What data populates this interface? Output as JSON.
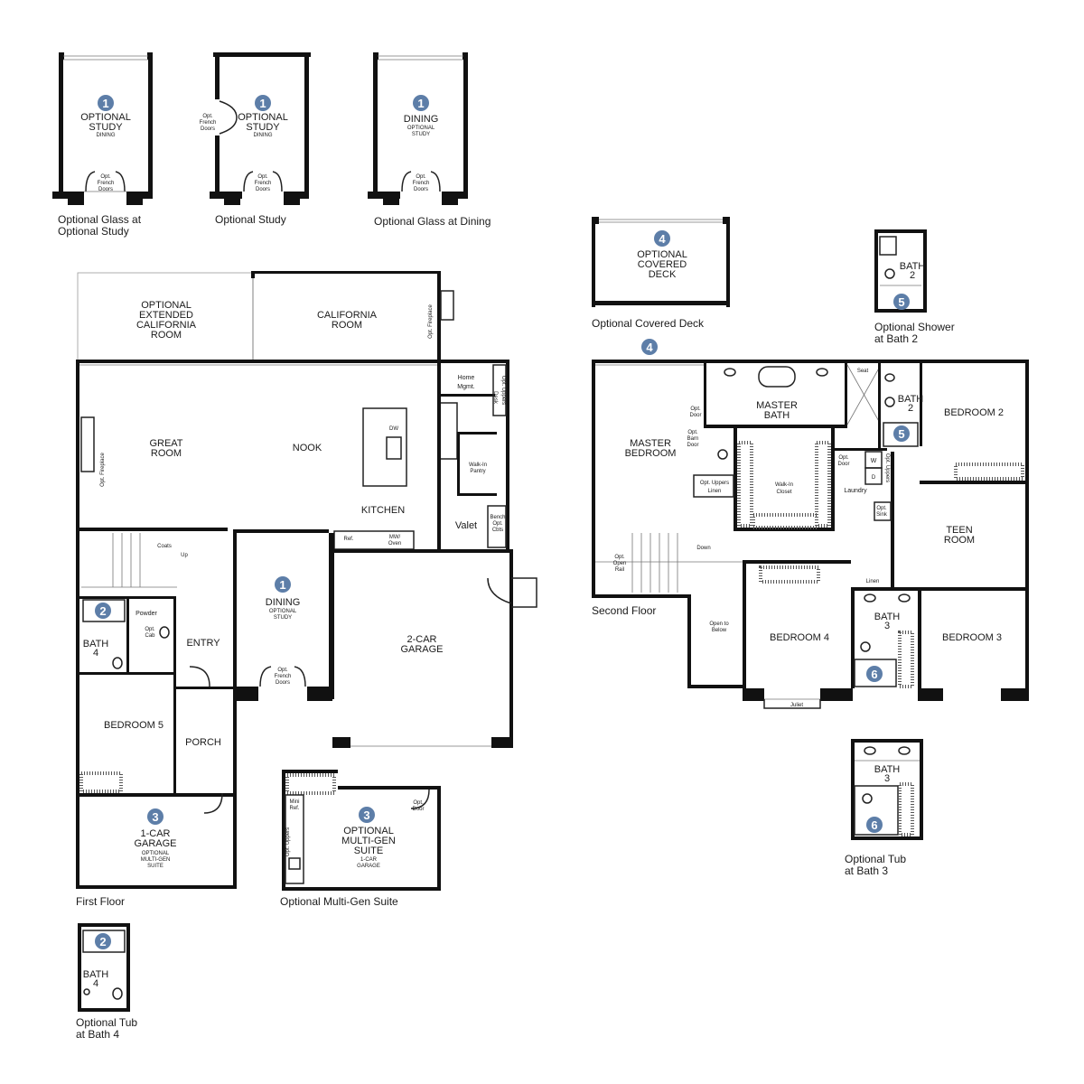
{
  "thumbnails": {
    "glass_study": {
      "badge": "1",
      "title": [
        "OPTIONAL",
        "STUDY"
      ],
      "sub": "DINING",
      "door": [
        "Opt.",
        "French",
        "Doors"
      ],
      "caption": [
        "Optional Glass at",
        "Optional Study"
      ]
    },
    "study": {
      "badge": "1",
      "title": [
        "OPTIONAL",
        "STUDY"
      ],
      "sub": "DINING",
      "side_door": [
        "Opt.",
        "French",
        "Doors"
      ],
      "door": [
        "Opt.",
        "French",
        "Doors"
      ],
      "caption": [
        "Optional Study"
      ]
    },
    "glass_dining": {
      "badge": "1",
      "title": [
        "DINING"
      ],
      "sub": [
        "OPTIONAL",
        "STUDY"
      ],
      "door": [
        "Opt.",
        "French",
        "Doors"
      ],
      "caption": [
        "Optional Glass at Dining"
      ]
    },
    "covered_deck": {
      "badge": "4",
      "title": [
        "OPTIONAL",
        "COVERED",
        "DECK"
      ],
      "caption": [
        "Optional Covered Deck"
      ]
    },
    "shower_bath2": {
      "badge": "5",
      "title": [
        "BATH",
        "2"
      ],
      "caption": [
        "Optional Shower",
        "at Bath 2"
      ]
    },
    "tub_bath3": {
      "badge": "6",
      "title": [
        "BATH",
        "3"
      ],
      "caption": [
        "Optional Tub",
        "at Bath 3"
      ]
    },
    "tub_bath4": {
      "badge": "2",
      "title": [
        "BATH",
        "4"
      ],
      "caption": [
        "Optional Tub",
        "at Bath 4"
      ]
    },
    "multigen": {
      "badge": "3",
      "title": [
        "OPTIONAL",
        "MULTI-GEN",
        "SUITE"
      ],
      "sub": [
        "1-CAR",
        "GARAGE"
      ],
      "mini_ref": [
        "Mini",
        "Ref."
      ],
      "opt_uppers": "Opt. Uppers",
      "opt_door": [
        "Opt.",
        "Door"
      ],
      "caption": [
        "Optional Multi-Gen Suite"
      ]
    }
  },
  "first_floor": {
    "caption": "First Floor",
    "rooms": {
      "ext_california": [
        "OPTIONAL",
        "EXTENDED",
        "CALIFORNIA",
        "ROOM"
      ],
      "california": [
        "CALIFORNIA",
        "ROOM"
      ],
      "opt_fireplace_cal": "Opt. Fireplace",
      "great_room": [
        "GREAT",
        "ROOM"
      ],
      "opt_fireplace_great": "Opt. Fireplace",
      "nook": "NOOK",
      "kitchen": "KITCHEN",
      "dw": "DW",
      "ref": "Ref.",
      "mw_oven": [
        "MW/",
        "Oven"
      ],
      "home_mgmt": [
        "Home",
        "Mgmt."
      ],
      "opt_uppers_desk": [
        "Opt. Uppers",
        "Desk"
      ],
      "walkin_pantry": [
        "Walk-In",
        "Pantry"
      ],
      "valet": "Valet",
      "bench": [
        "Bench",
        "Opt.",
        "Cbts"
      ],
      "coats": "Coats",
      "up": "Up",
      "dining": "DINING",
      "dining_sub": [
        "OPTIONAL",
        "STUDY"
      ],
      "dining_door": [
        "Opt.",
        "French",
        "Doors"
      ],
      "dining_badge": "1",
      "garage2": [
        "2-CAR",
        "GARAGE"
      ],
      "powder": "Powder",
      "opt_cab": [
        "Opt.",
        "Cab"
      ],
      "bath4": [
        "BATH",
        "4"
      ],
      "bath4_badge": "2",
      "entry": "ENTRY",
      "bedroom5": "BEDROOM 5",
      "porch": "PORCH",
      "garage1": [
        "1-CAR",
        "GARAGE"
      ],
      "garage1_sub": [
        "OPTIONAL",
        "MULTI-GEN",
        "SUITE"
      ],
      "garage1_badge": "3"
    }
  },
  "second_floor": {
    "caption": "Second Floor",
    "deck_badge": "4",
    "rooms": {
      "master_bedroom": [
        "MASTER",
        "BEDROOM"
      ],
      "master_bath": [
        "MASTER",
        "BATH"
      ],
      "seat": "Seat",
      "opt_door": [
        "Opt.",
        "Door"
      ],
      "opt_barn": [
        "Opt.",
        "Barn",
        "Door"
      ],
      "opt_uppers_linen": [
        "Opt. Uppers",
        "Linen"
      ],
      "walkin_closet": [
        "Walk-In",
        "Closet"
      ],
      "bath2": [
        "BATH",
        "2"
      ],
      "bath2_badge": "5",
      "bedroom2": "BEDROOM 2",
      "opt_door_laundry": [
        "Opt.",
        "Door"
      ],
      "w": "W",
      "d": "D",
      "laundry": "Laundry",
      "opt_uppers_l": "Opt. Uppers",
      "opt_sink": [
        "Opt.",
        "Sink"
      ],
      "teen_room": [
        "TEEN",
        "ROOM"
      ],
      "opt_open_rail": [
        "Opt.",
        "Open",
        "Rail"
      ],
      "down": "Down",
      "open_below": [
        "Open to",
        "Below"
      ],
      "linen": "Linen",
      "bedroom4": "BEDROOM 4",
      "juliet": "Juliet",
      "bath3": [
        "BATH",
        "3"
      ],
      "bath3_badge": "6",
      "bedroom3": "BEDROOM 3"
    }
  },
  "colors": {
    "badge": "#5d7ea8",
    "wall": "#111111"
  }
}
